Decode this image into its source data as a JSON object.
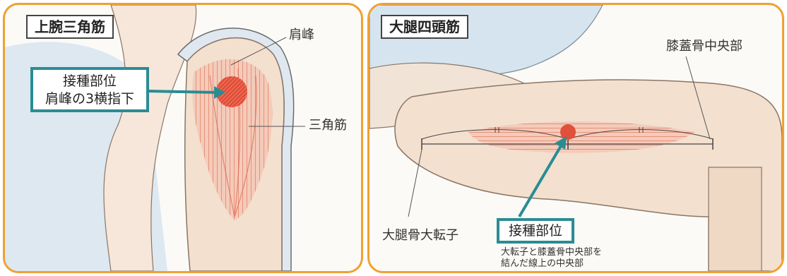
{
  "left": {
    "title": "上腕三角筋",
    "label_acromion": "肩峰",
    "label_deltoid": "三角筋",
    "callout_line1": "接種部位",
    "callout_line2": "肩峰の3横指下"
  },
  "right": {
    "title": "大腿四頭筋",
    "label_patella": "膝蓋骨中央部",
    "label_trochanter": "大腿骨大転子",
    "callout": "接種部位",
    "note_line1": "大転子と膝蓋骨中央部を",
    "note_line2": "結んだ線上の中央部"
  },
  "colors": {
    "frame": "#f0a030",
    "callout_border": "#2a8c93",
    "skin": "#f3e0cf",
    "muscle": "#e07a5f",
    "injection_site": "#e0503a",
    "clothing": "#d6e4ef"
  }
}
